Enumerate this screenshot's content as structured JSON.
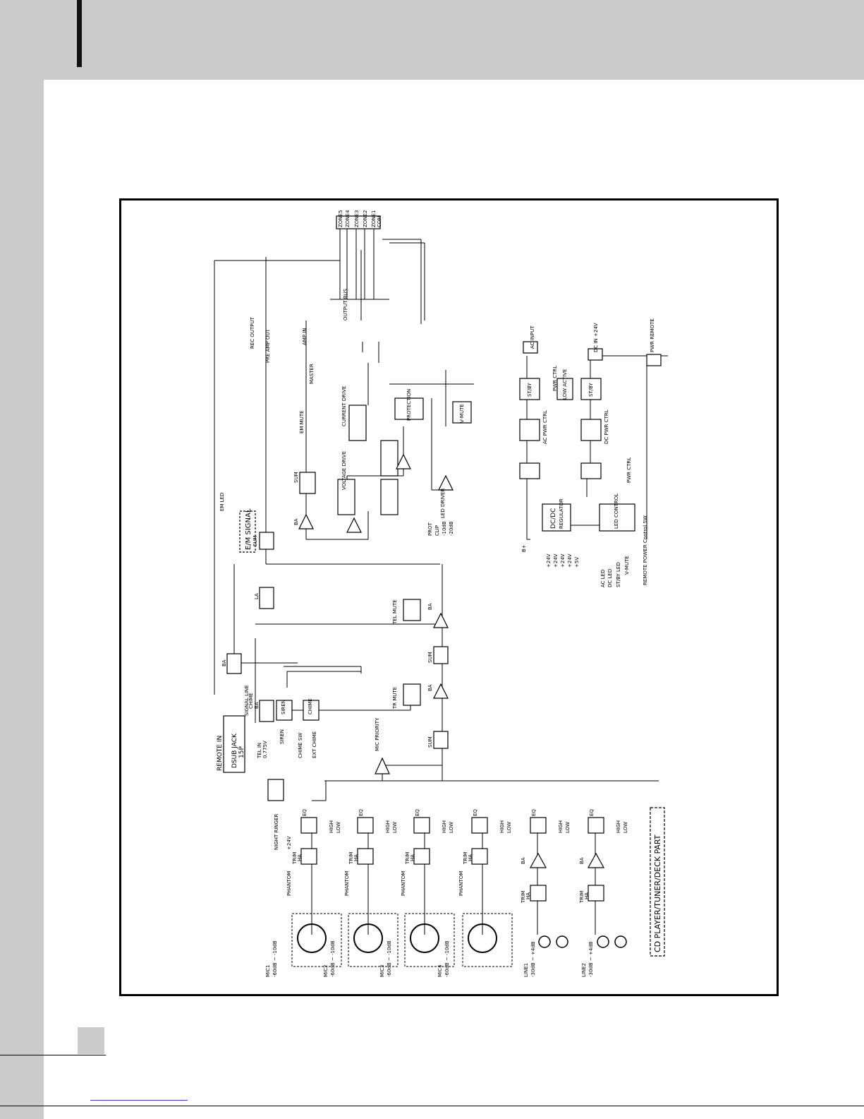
{
  "diagram": {
    "mics": [
      {
        "name": "MIC1",
        "range": "-60dB ~ -10dB",
        "phantom": "PHANTOM"
      },
      {
        "name": "MIC2",
        "range": "-60dB ~ -10dB",
        "phantom": "PHANTOM"
      },
      {
        "name": "MIC3",
        "range": "-60dB ~ -10dB",
        "phantom": "PHANTOM"
      },
      {
        "name": "MIC4",
        "range": "-60dB ~ -10dB",
        "phantom": "PHANTOM"
      }
    ],
    "lines": [
      {
        "name": "LINE1",
        "range": "-30dB ~ +4dB"
      },
      {
        "name": "LINE2",
        "range": "-30dB ~ +4dB"
      }
    ],
    "cd_part": "CD PLAYER/TUNER/DECK PART",
    "labels": {
      "trim": "TRIM",
      "ha": "HA",
      "eq": "EQ",
      "ba": "BA",
      "high": "HIGH",
      "low": "LOW",
      "sum": "SUM",
      "la": "LA",
      "plus24": "+24V",
      "night_ringer": "NIGHT RINGER",
      "remote_in": "REMOTE IN",
      "dsub": "DSUB JACK",
      "pin": "15P",
      "tel_in": "TEL IN",
      "tel_level": "0.775V",
      "siren": "SIREN",
      "chime_sw": "CHIME SW",
      "ext_chime": "EXT CHIME",
      "chime": "CHIME",
      "siren_box": "SIREN",
      "signal_line": "SIGNAL LINE",
      "mic_priority": "MIC PRIORITY",
      "tr_mute": "TR MUTE",
      "tel_mute": "TEL MUTE",
      "em_signal": "E/M SIGNAL",
      "em_led": "EM LED",
      "em_mute": "EM MUTE",
      "master": "MASTER",
      "rec_output": "REC OUTPUT",
      "pre_amp_out": "PRE AMP OUT",
      "amp_in": "AMP IN",
      "voltage_drive": "VOLTAGE DRIVE",
      "current_drive": "CURRENT DRIVE",
      "protection": "PROTECTION",
      "vmute": "V-MUTE",
      "led_driver": "LED DRIVER",
      "prot": "PROT",
      "clip": "CLIP",
      "minus10": "-10dB",
      "minus20": "-20dB",
      "out_bus": "OUTPUT BUS",
      "zone1": "ZONE1",
      "zone2": "ZONE2",
      "zone3": "ZONE3",
      "zone4": "ZONE4",
      "zone5": "ZONE5",
      "com": "COM",
      "ac_input": "AC INPUT",
      "stby": "ST/BY",
      "low_active": "LOW ACTIVE",
      "pwr_ctrl": "PWR CTRL",
      "ac_pwr_ctrl": "AC PWR CTRL",
      "dc_pwr_ctrl": "DC PWR CTRL",
      "dc_in": "DC IN +24V",
      "pwr_remote": "PWR REMOTE",
      "dcdc": "DC/DC",
      "regulator": "REGULATOR",
      "led_control": "LED CONTROL",
      "bplus": "B+",
      "rails": [
        "+24V",
        "+24V",
        "+24V",
        "+24V",
        "+5V"
      ],
      "ac_led": "AC LED",
      "dc_led": "DC LED",
      "stby_led": "ST/BY LED",
      "v_mute2": "V-MUTE",
      "remote_power": "REMOTE POWER Control SW"
    }
  }
}
